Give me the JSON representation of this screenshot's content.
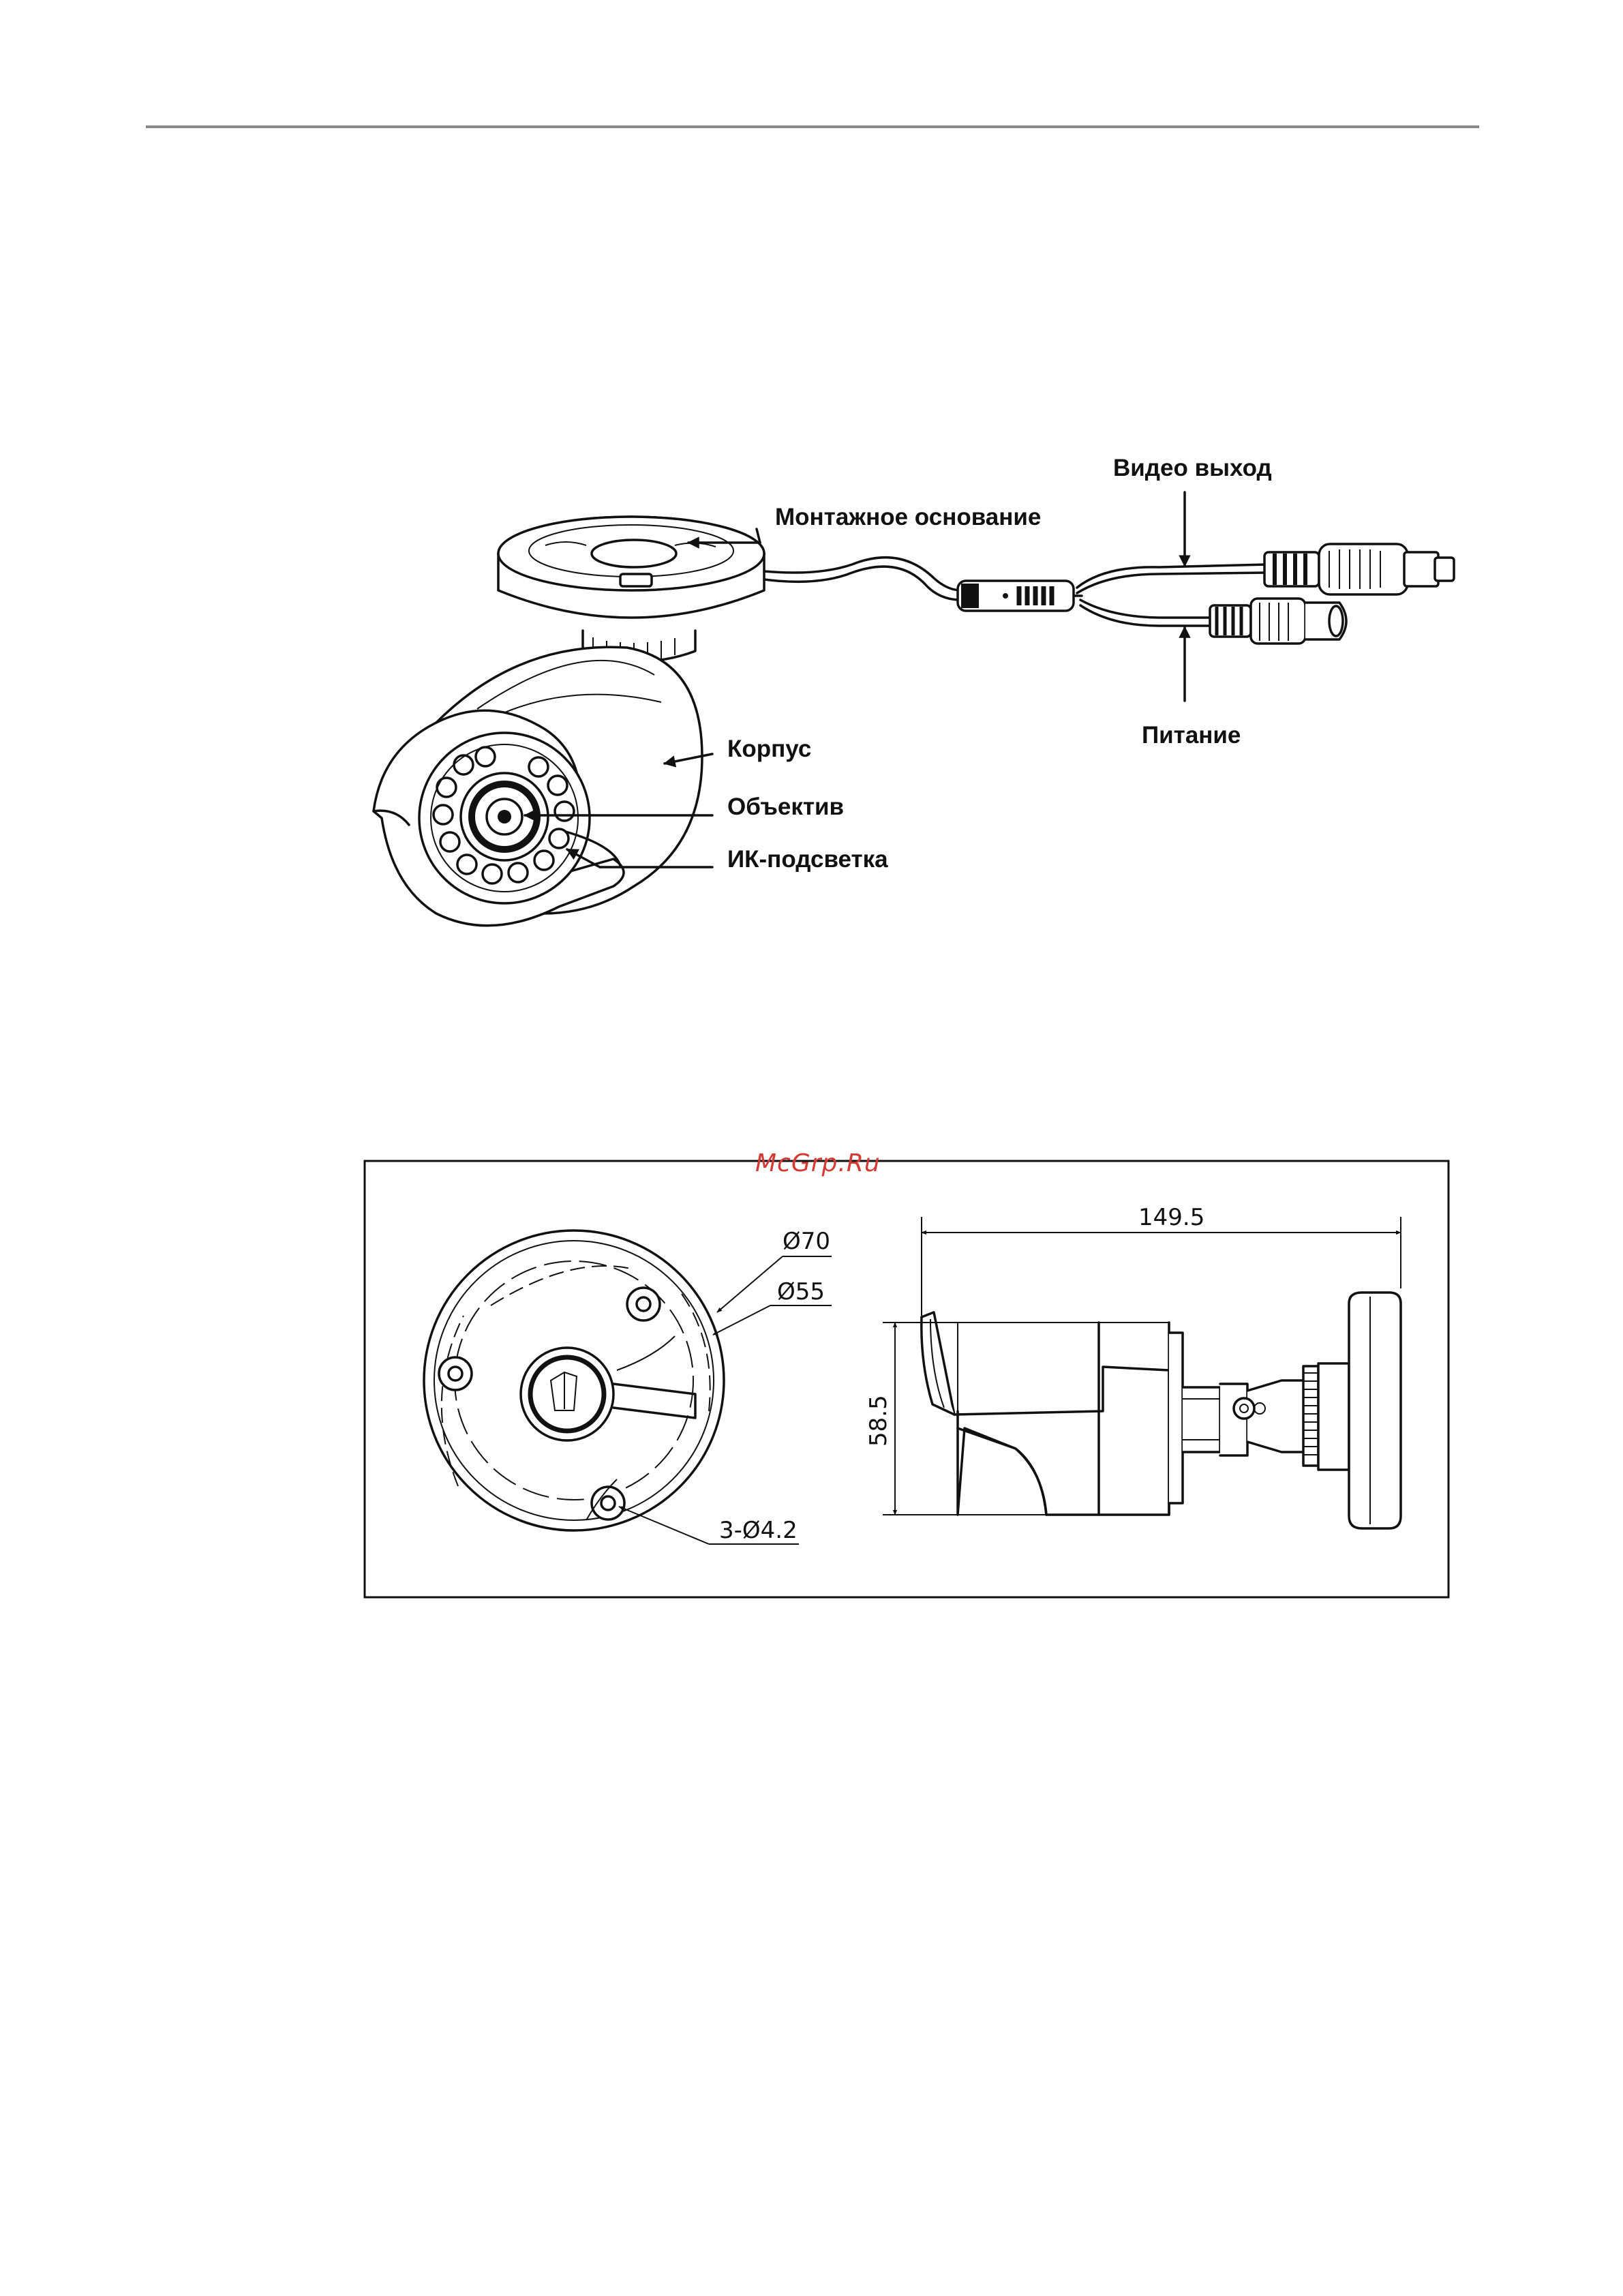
{
  "figure1": {
    "labels": {
      "mount_base": "Монтажное основание",
      "video_out": "Видео выход",
      "power": "Питание",
      "body": "Корпус",
      "lens": "Объектив",
      "ir": "ИК-подсветка"
    }
  },
  "figure2": {
    "watermark": "McGrp.Ru",
    "dims": {
      "d70": "Ø70",
      "d55": "Ø55",
      "holes": "3-Ø4.2",
      "length": "149.5",
      "height": "58.5"
    }
  }
}
